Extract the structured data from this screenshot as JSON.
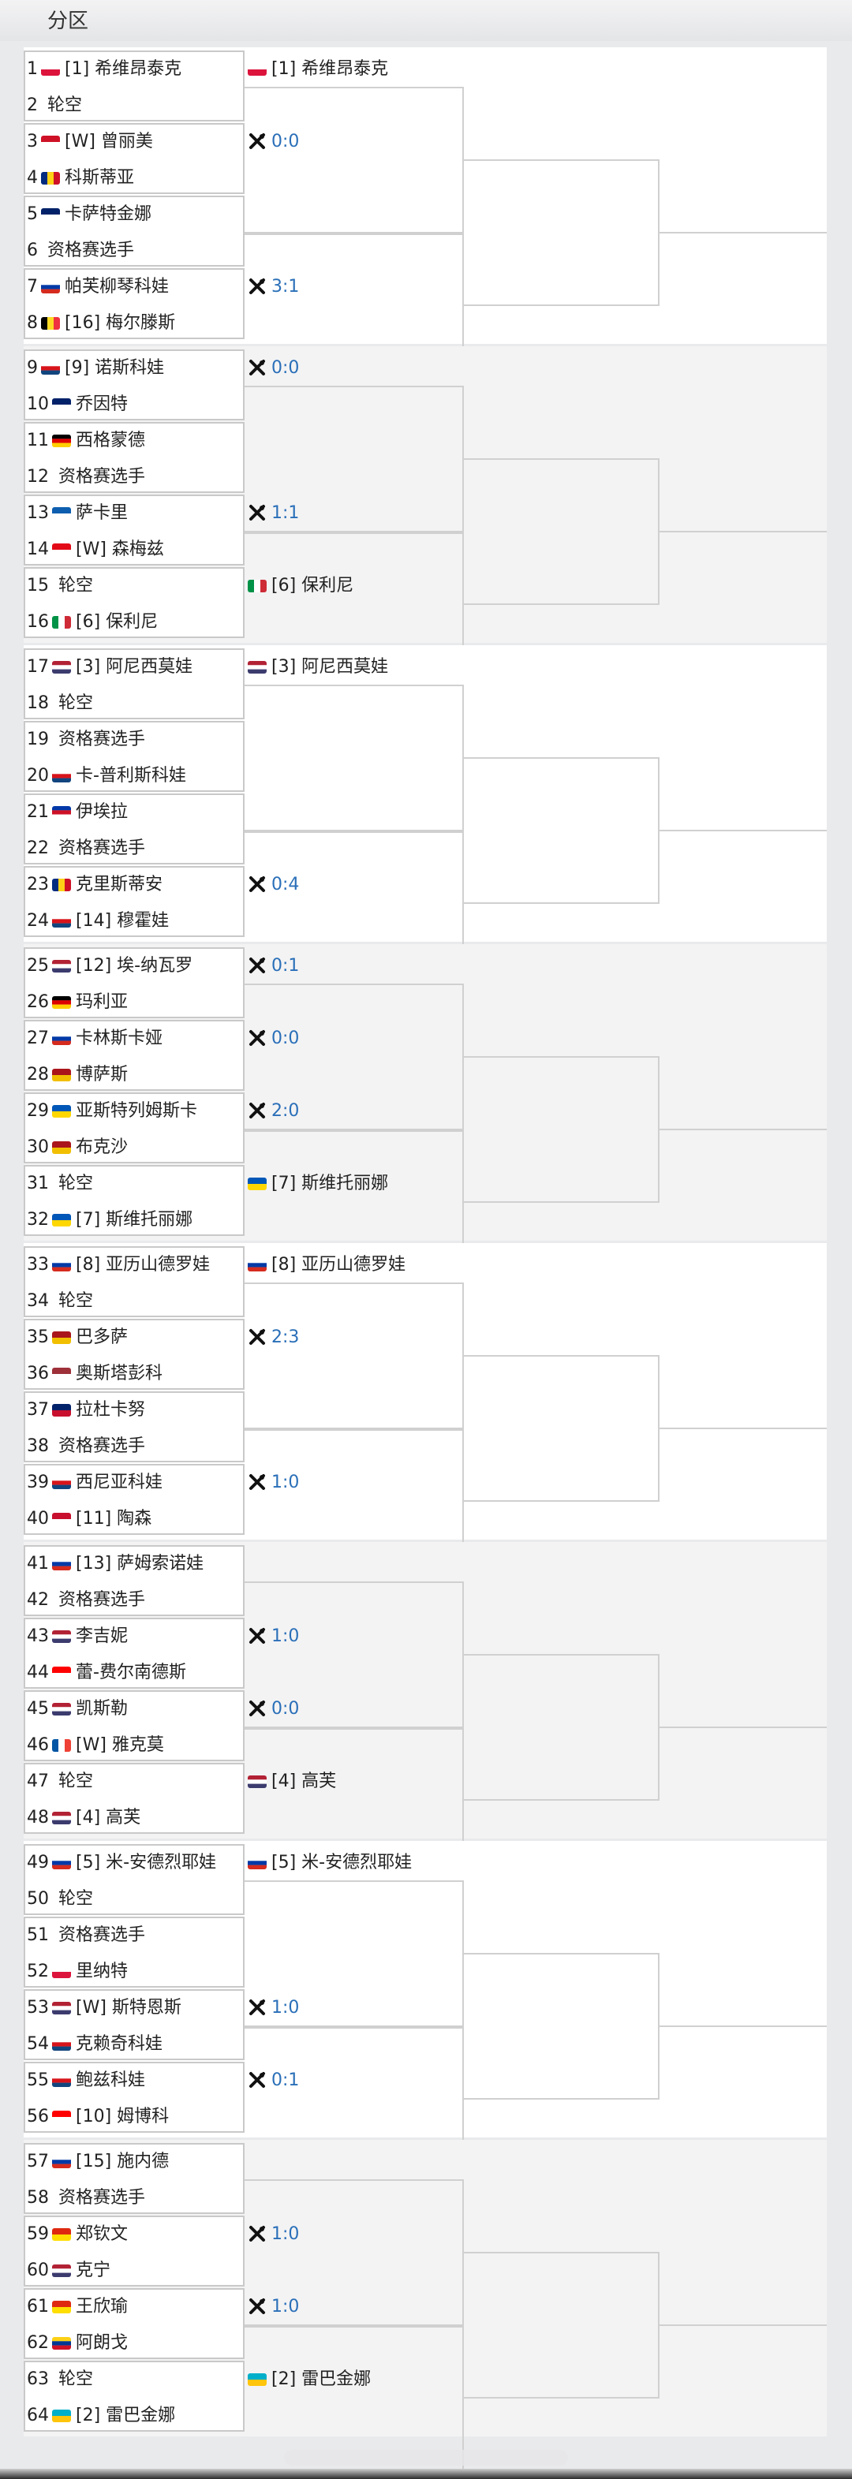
{
  "header": {
    "title": "分区"
  },
  "colors": {
    "score": "#2a6fb8",
    "flags": {
      "pl": [
        "#ffffff",
        "#dc143c"
      ],
      "id": [
        "#ce1126",
        "#ffffff"
      ],
      "ro": [
        "#002b7f",
        "#fcd116",
        "#ce1126"
      ],
      "au": [
        "#012169",
        "#ffffff"
      ],
      "ru": [
        "#ffffff",
        "#0039a6",
        "#d52b1e"
      ],
      "be": [
        "#000000",
        "#fdda24",
        "#ef3340"
      ],
      "cz": [
        "#ffffff",
        "#d7141a",
        "#11457e"
      ],
      "de": [
        "#000000",
        "#dd0000",
        "#ffce00"
      ],
      "gr": [
        "#0d5eaf",
        "#ffffff"
      ],
      "tr": [
        "#e30a17",
        "#ffffff"
      ],
      "it": [
        "#009246",
        "#ffffff",
        "#ce2b37"
      ],
      "us": [
        "#b22234",
        "#ffffff",
        "#3c3b6e"
      ],
      "ph": [
        "#0038a8",
        "#ce1126",
        "#ffffff"
      ],
      "es": [
        "#aa151b",
        "#f1bf00"
      ],
      "ua": [
        "#0057b7",
        "#ffd700"
      ],
      "lv": [
        "#9e3039",
        "#ffffff"
      ],
      "gb": [
        "#012169",
        "#c8102e"
      ],
      "dk": [
        "#c8102e",
        "#ffffff"
      ],
      "ca": [
        "#ff0000",
        "#ffffff"
      ],
      "fr": [
        "#0055a4",
        "#ffffff",
        "#ef4135"
      ],
      "cn": [
        "#de2910",
        "#ffde00"
      ],
      "co": [
        "#fcd116",
        "#003893",
        "#ce1126"
      ],
      "kz": [
        "#00afca",
        "#fec50c"
      ]
    }
  },
  "icons": {
    "vs": "crossed-rackets-icon"
  },
  "sections": [
    {
      "players": [
        {
          "num": "1",
          "flag": "pl",
          "name": "[1] 希维昂泰克"
        },
        {
          "num": "2",
          "flag": "",
          "name": "轮空"
        },
        {
          "num": "3",
          "flag": "id",
          "name": "[W] 曾丽美"
        },
        {
          "num": "4",
          "flag": "ro",
          "name": "科斯蒂亚"
        },
        {
          "num": "5",
          "flag": "au",
          "name": "卡萨特金娜"
        },
        {
          "num": "6",
          "flag": "",
          "name": "资格赛选手"
        },
        {
          "num": "7",
          "flag": "ru",
          "name": "帕芙柳琴科娃"
        },
        {
          "num": "8",
          "flag": "be",
          "name": "[16] 梅尔滕斯"
        }
      ],
      "results": [
        {
          "type": "winner",
          "flag": "pl",
          "text": "[1] 希维昂泰克"
        },
        {
          "type": "score",
          "text": "0:0"
        },
        {
          "type": "empty",
          "text": ""
        },
        {
          "type": "score",
          "text": "3:1"
        }
      ]
    },
    {
      "players": [
        {
          "num": "9",
          "flag": "cz",
          "name": "[9] 诺斯科娃"
        },
        {
          "num": "10",
          "flag": "au",
          "name": "乔因特"
        },
        {
          "num": "11",
          "flag": "de",
          "name": "西格蒙德"
        },
        {
          "num": "12",
          "flag": "",
          "name": "资格赛选手"
        },
        {
          "num": "13",
          "flag": "gr",
          "name": "萨卡里"
        },
        {
          "num": "14",
          "flag": "tr",
          "name": "[W] 森梅兹"
        },
        {
          "num": "15",
          "flag": "",
          "name": "轮空"
        },
        {
          "num": "16",
          "flag": "it",
          "name": "[6] 保利尼"
        }
      ],
      "results": [
        {
          "type": "score",
          "text": "0:0"
        },
        {
          "type": "empty",
          "text": ""
        },
        {
          "type": "score",
          "text": "1:1"
        },
        {
          "type": "winner",
          "flag": "it",
          "text": "[6] 保利尼"
        }
      ]
    },
    {
      "players": [
        {
          "num": "17",
          "flag": "us",
          "name": "[3] 阿尼西莫娃"
        },
        {
          "num": "18",
          "flag": "",
          "name": "轮空"
        },
        {
          "num": "19",
          "flag": "",
          "name": "资格赛选手"
        },
        {
          "num": "20",
          "flag": "cz",
          "name": "卡-普利斯科娃"
        },
        {
          "num": "21",
          "flag": "ph",
          "name": "伊埃拉"
        },
        {
          "num": "22",
          "flag": "",
          "name": "资格赛选手"
        },
        {
          "num": "23",
          "flag": "ro",
          "name": "克里斯蒂安"
        },
        {
          "num": "24",
          "flag": "cz",
          "name": "[14] 穆霍娃"
        }
      ],
      "results": [
        {
          "type": "winner",
          "flag": "us",
          "text": "[3] 阿尼西莫娃"
        },
        {
          "type": "empty",
          "text": ""
        },
        {
          "type": "empty",
          "text": ""
        },
        {
          "type": "score",
          "text": "0:4"
        }
      ]
    },
    {
      "players": [
        {
          "num": "25",
          "flag": "us",
          "name": "[12] 埃-纳瓦罗"
        },
        {
          "num": "26",
          "flag": "de",
          "name": "玛利亚"
        },
        {
          "num": "27",
          "flag": "ru",
          "name": "卡林斯卡娅"
        },
        {
          "num": "28",
          "flag": "es",
          "name": "博萨斯"
        },
        {
          "num": "29",
          "flag": "ua",
          "name": "亚斯特列姆斯卡"
        },
        {
          "num": "30",
          "flag": "es",
          "name": "布克沙"
        },
        {
          "num": "31",
          "flag": "",
          "name": "轮空"
        },
        {
          "num": "32",
          "flag": "ua",
          "name": "[7] 斯维托丽娜"
        }
      ],
      "results": [
        {
          "type": "score",
          "text": "0:1"
        },
        {
          "type": "score",
          "text": "0:0"
        },
        {
          "type": "score",
          "text": "2:0"
        },
        {
          "type": "winner",
          "flag": "ua",
          "text": "[7] 斯维托丽娜"
        }
      ]
    },
    {
      "players": [
        {
          "num": "33",
          "flag": "ru",
          "name": "[8] 亚历山德罗娃"
        },
        {
          "num": "34",
          "flag": "",
          "name": "轮空"
        },
        {
          "num": "35",
          "flag": "es",
          "name": "巴多萨"
        },
        {
          "num": "36",
          "flag": "lv",
          "name": "奥斯塔彭科"
        },
        {
          "num": "37",
          "flag": "gb",
          "name": "拉杜卡努"
        },
        {
          "num": "38",
          "flag": "",
          "name": "资格赛选手"
        },
        {
          "num": "39",
          "flag": "cz",
          "name": "西尼亚科娃"
        },
        {
          "num": "40",
          "flag": "dk",
          "name": "[11] 陶森"
        }
      ],
      "results": [
        {
          "type": "winner",
          "flag": "ru",
          "text": "[8] 亚历山德罗娃"
        },
        {
          "type": "score",
          "text": "2:3"
        },
        {
          "type": "empty",
          "text": ""
        },
        {
          "type": "score",
          "text": "1:0"
        }
      ]
    },
    {
      "players": [
        {
          "num": "41",
          "flag": "ru",
          "name": "[13] 萨姆索诺娃"
        },
        {
          "num": "42",
          "flag": "",
          "name": "资格赛选手"
        },
        {
          "num": "43",
          "flag": "us",
          "name": "李吉妮"
        },
        {
          "num": "44",
          "flag": "ca",
          "name": "蕾-费尔南德斯"
        },
        {
          "num": "45",
          "flag": "us",
          "name": "凯斯勒"
        },
        {
          "num": "46",
          "flag": "fr",
          "name": "[W] 雅克莫"
        },
        {
          "num": "47",
          "flag": "",
          "name": "轮空"
        },
        {
          "num": "48",
          "flag": "us",
          "name": "[4] 高芙"
        }
      ],
      "results": [
        {
          "type": "empty",
          "text": ""
        },
        {
          "type": "score",
          "text": "1:0"
        },
        {
          "type": "score",
          "text": "0:0"
        },
        {
          "type": "winner",
          "flag": "us",
          "text": "[4] 高芙"
        }
      ]
    },
    {
      "players": [
        {
          "num": "49",
          "flag": "ru",
          "name": "[5] 米-安德烈耶娃"
        },
        {
          "num": "50",
          "flag": "",
          "name": "轮空"
        },
        {
          "num": "51",
          "flag": "",
          "name": "资格赛选手"
        },
        {
          "num": "52",
          "flag": "pl",
          "name": "里纳特"
        },
        {
          "num": "53",
          "flag": "us",
          "name": "[W] 斯特恩斯"
        },
        {
          "num": "54",
          "flag": "cz",
          "name": "克赖奇科娃"
        },
        {
          "num": "55",
          "flag": "cz",
          "name": "鲍兹科娃"
        },
        {
          "num": "56",
          "flag": "ca",
          "name": "[10] 姆博科"
        }
      ],
      "results": [
        {
          "type": "winner",
          "flag": "ru",
          "text": "[5] 米-安德烈耶娃"
        },
        {
          "type": "empty",
          "text": ""
        },
        {
          "type": "score",
          "text": "1:0"
        },
        {
          "type": "score",
          "text": "0:1"
        }
      ]
    },
    {
      "players": [
        {
          "num": "57",
          "flag": "ru",
          "name": "[15] 施内德"
        },
        {
          "num": "58",
          "flag": "",
          "name": "资格赛选手"
        },
        {
          "num": "59",
          "flag": "cn",
          "name": "郑钦文"
        },
        {
          "num": "60",
          "flag": "us",
          "name": "克宁"
        },
        {
          "num": "61",
          "flag": "cn",
          "name": "王欣瑜"
        },
        {
          "num": "62",
          "flag": "co",
          "name": "阿朗戈"
        },
        {
          "num": "63",
          "flag": "",
          "name": "轮空"
        },
        {
          "num": "64",
          "flag": "kz",
          "name": "[2] 雷巴金娜"
        }
      ],
      "results": [
        {
          "type": "empty",
          "text": ""
        },
        {
          "type": "score",
          "text": "1:0"
        },
        {
          "type": "score",
          "text": "1:0"
        },
        {
          "type": "winner",
          "flag": "kz",
          "text": "[2] 雷巴金娜"
        }
      ]
    }
  ]
}
